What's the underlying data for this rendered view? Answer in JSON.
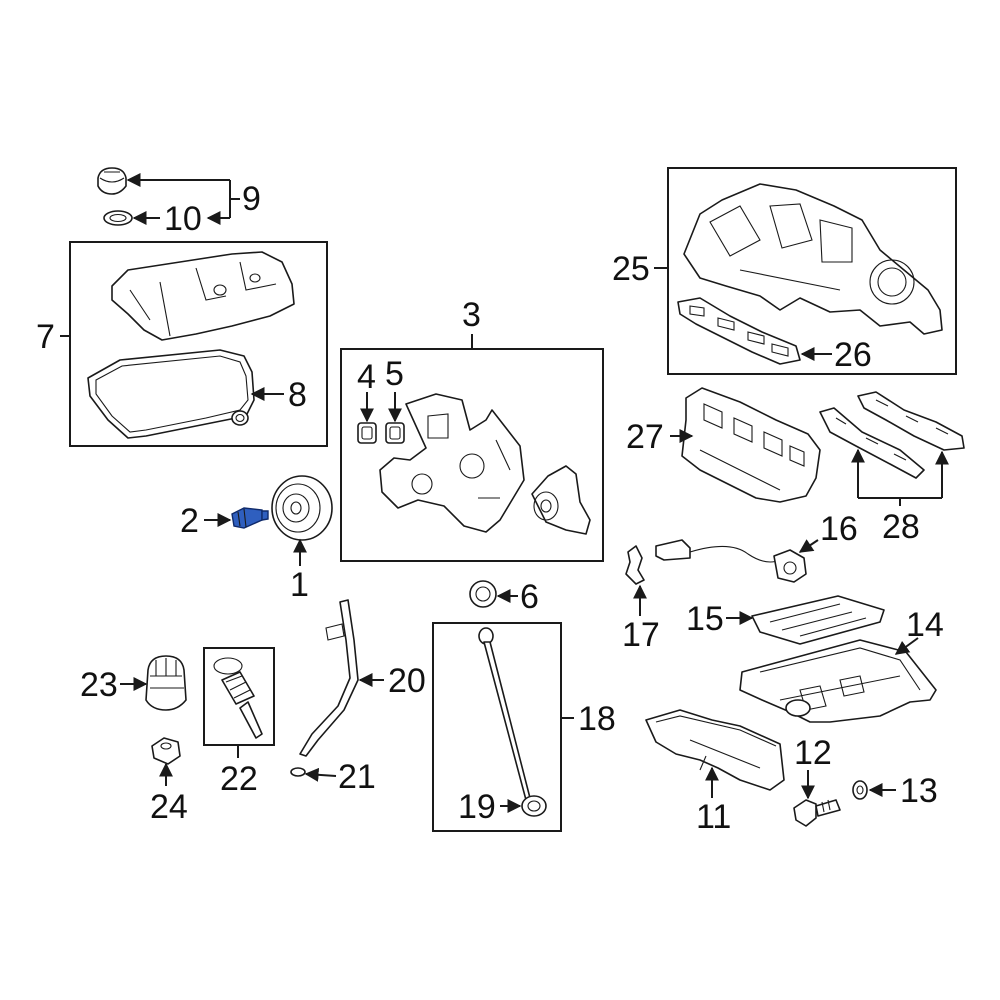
{
  "diagram": {
    "callouts": {
      "c1": "1",
      "c2": "2",
      "c3": "3",
      "c4": "4",
      "c5": "5",
      "c6": "6",
      "c7": "7",
      "c8": "8",
      "c9": "9",
      "c10": "10",
      "c11": "11",
      "c12": "12",
      "c13": "13",
      "c14": "14",
      "c15": "15",
      "c16": "16",
      "c17": "17",
      "c18": "18",
      "c19": "19",
      "c20": "20",
      "c21": "21",
      "c22": "22",
      "c23": "23",
      "c24": "24",
      "c25": "25",
      "c26": "26",
      "c27": "27",
      "c28": "28"
    },
    "highlight_color": "#2f5fbf",
    "highlighted_part": "2"
  }
}
